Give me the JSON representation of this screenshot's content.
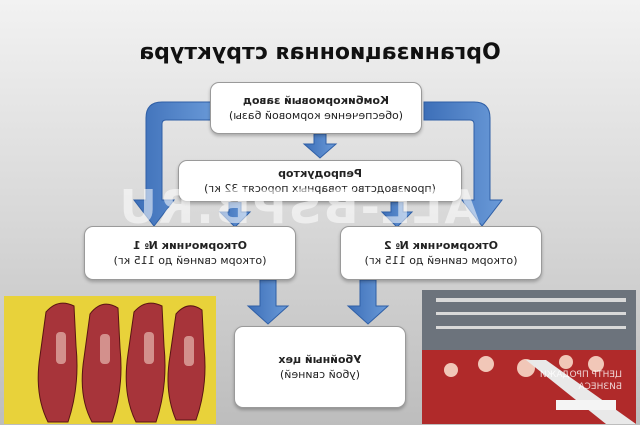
{
  "title": "Организационная структура",
  "boxes": {
    "feed": {
      "name": "Комбикормовый завод",
      "desc": "(обеспечение кормовой базы)"
    },
    "repro": {
      "name": "Репродуктор",
      "desc": "(производство товарных поросят 32 кг)"
    },
    "fattening1": {
      "name": "Откормочник № 1",
      "desc": "(откорм свиней до 115 кг)"
    },
    "fattening2": {
      "name": "Откормочник № 2",
      "desc": "(откорм свиней до 115 кг)"
    },
    "slaughter": {
      "name": "Убойный цех",
      "desc": "(убой свиней)"
    }
  },
  "watermark": "ALL-BSPB.RU",
  "logo": {
    "line1": "ЦЕНТР ПРОДАЖИ",
    "line2": "БИЗНЕСА"
  },
  "colors": {
    "arrow": "#4a7fc6",
    "arrow_dark": "#2f5fa6",
    "box_border": "#9a9a9a"
  }
}
